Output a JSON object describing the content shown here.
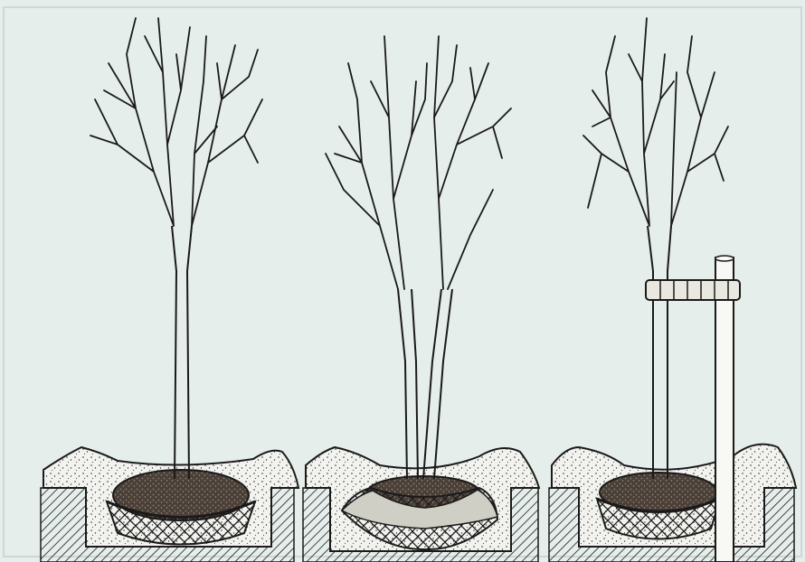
{
  "illustration": {
    "kind": "line-drawing",
    "panels": [
      {
        "name": "balled-tree-basket",
        "trunks": 1,
        "ball_wrap": "basket",
        "stake": false
      },
      {
        "name": "burlapped-multistem-tree",
        "trunks": 2,
        "ball_wrap": "burlap",
        "stake": false
      },
      {
        "name": "staked-tree-basket",
        "trunks": 1,
        "ball_wrap": "basket",
        "stake": true
      }
    ],
    "colors": {
      "paper": "#e6eeec",
      "ink": "#1a1a1a",
      "soil": "#f2f2ee",
      "root_ball": "#4a4038"
    }
  }
}
